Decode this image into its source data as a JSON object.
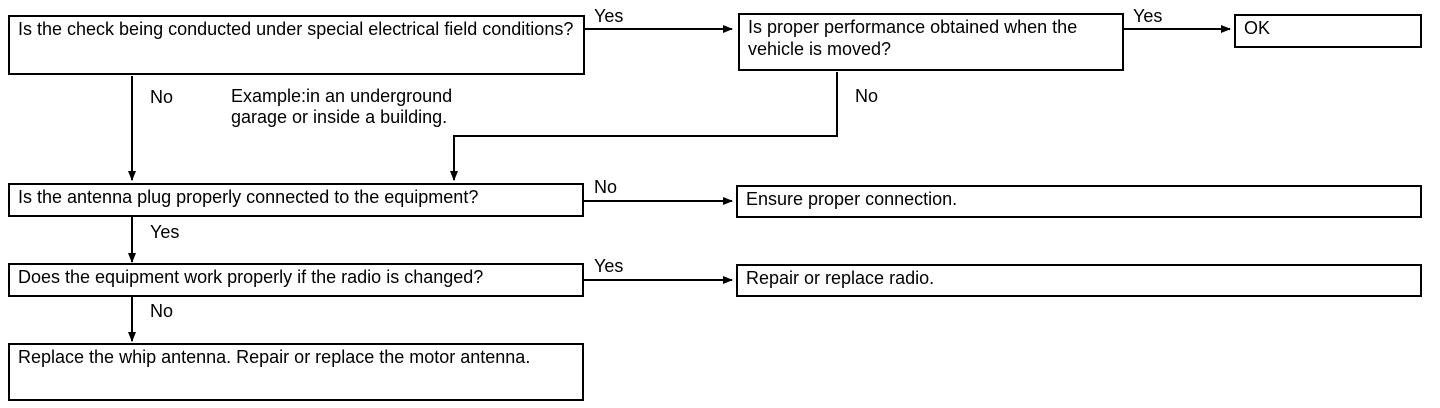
{
  "boxes": {
    "q_special_field": "Is the check being conducted under special electrical field conditions?",
    "q_proper_performance": "Is proper performance obtained when the vehicle is moved?",
    "ok": "OK",
    "q_antenna_plug": "Is the antenna plug properly connected to the equipment?",
    "ensure_connection": "Ensure proper connection.",
    "q_radio_changed": "Does the equipment work properly if the radio is changed?",
    "repair_radio": "Repair or replace radio.",
    "replace_antenna": "Replace the whip antenna. Repair or replace the motor antenna."
  },
  "labels": {
    "yes_1": "Yes",
    "yes_2": "Yes",
    "no_1": "No",
    "no_2": "No",
    "no_3": "No",
    "yes_3": "Yes",
    "yes_4": "Yes",
    "no_4": "No"
  },
  "note": {
    "line1": "Example:in an underground",
    "line2": "garage or inside a building."
  }
}
